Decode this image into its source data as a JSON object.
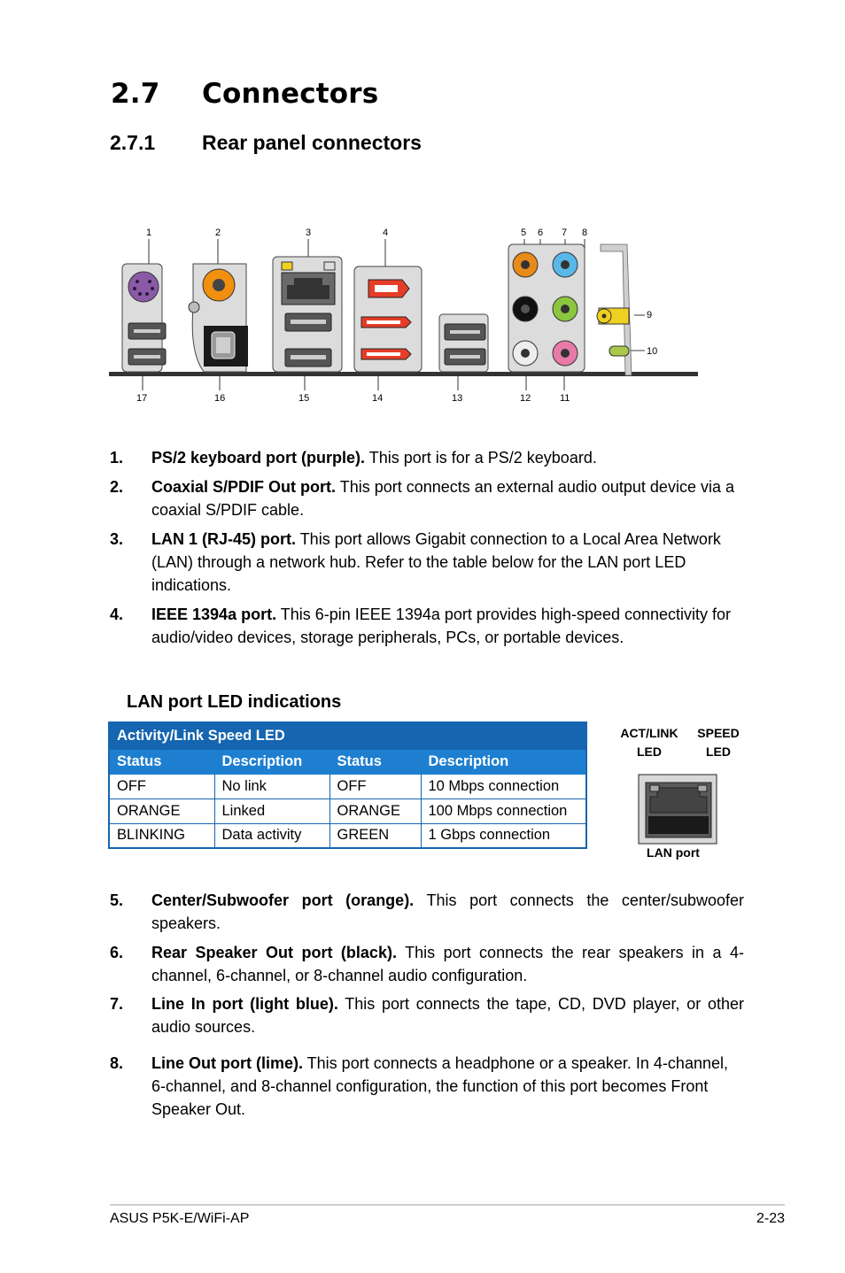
{
  "section": {
    "number": "2.7",
    "title": "Connectors"
  },
  "subsection": {
    "number": "2.7.1",
    "title": "Rear panel connectors"
  },
  "diagram": {
    "top_callouts": [
      "1",
      "2",
      "3",
      "4",
      "5",
      "6",
      "7",
      "8"
    ],
    "right_callouts": [
      "9",
      "10"
    ],
    "bottom_callouts": [
      "17",
      "16",
      "15",
      "14",
      "13",
      "12",
      "11"
    ],
    "colors": {
      "ps2_purple": "#8a5aa8",
      "spdif_orange": "#f0900e",
      "firewire_red": "#e63c28",
      "audio_orange": "#e88a1a",
      "audio_black": "#111111",
      "audio_lightblue": "#5ab8e8",
      "audio_lime": "#8cc63e",
      "audio_gray": "#e6e6e6",
      "audio_pink": "#e87aa8",
      "antenna_yellow": "#f0d020",
      "panel_gray": "#d8d8d8"
    }
  },
  "items_top": [
    {
      "num": "1.",
      "bold": "PS/2 keyboard port (purple).",
      "text": " This port is for a PS/2 keyboard."
    },
    {
      "num": "2.",
      "bold": "Coaxial S/PDIF Out port.",
      "text": " This port connects an external audio output device via a coaxial S/PDIF cable."
    },
    {
      "num": "3.",
      "bold": "LAN 1 (RJ-45) port.",
      "text": " This port allows Gigabit connection to a Local Area Network (LAN) through a network hub. Refer to the table below for the LAN port LED indications."
    },
    {
      "num": "4.",
      "bold": "IEEE 1394a port.",
      "text": " This 6-pin IEEE 1394a port provides high-speed connectivity for audio/video devices, storage peripherals, PCs, or portable devices."
    }
  ],
  "lan_table": {
    "title": "LAN port LED indications",
    "group_header": "Activity/Link Speed LED",
    "columns": [
      "Status",
      "Description",
      "Status",
      "Description"
    ],
    "rows": [
      [
        "OFF",
        "No link",
        "OFF",
        "10 Mbps connection"
      ],
      [
        "ORANGE",
        "Linked",
        "ORANGE",
        "100 Mbps connection"
      ],
      [
        "BLINKING",
        "Data activity",
        "GREEN",
        "1 Gbps connection"
      ]
    ],
    "accent": "#1565b0"
  },
  "lan_port_figure": {
    "act_label_1": "ACT/LINK",
    "act_label_2": "LED",
    "speed_label_1": "SPEED",
    "speed_label_2": "LED",
    "port_label": "LAN port"
  },
  "items_bottom": [
    {
      "num": "5.",
      "bold": "Center/Subwoofer port (orange).",
      "text": " This port connects the center/subwoofer speakers."
    },
    {
      "num": "6.",
      "bold": "Rear Speaker Out port (black).",
      "text": " This port connects the rear speakers in a 4-channel, 6-channel, or 8-channel audio configuration."
    },
    {
      "num": "7.",
      "bold": "Line In port (light blue).",
      "text": " This port connects the tape, CD, DVD player, or other audio sources."
    },
    {
      "num": "8.",
      "bold": "Line Out port (lime).",
      "text": " This port connects a headphone or a speaker. In 4-channel, 6-channel, and 8-channel configuration, the function of this port becomes Front Speaker Out."
    }
  ],
  "footer": {
    "left": "ASUS P5K-E/WiFi-AP",
    "right": "2-23"
  }
}
